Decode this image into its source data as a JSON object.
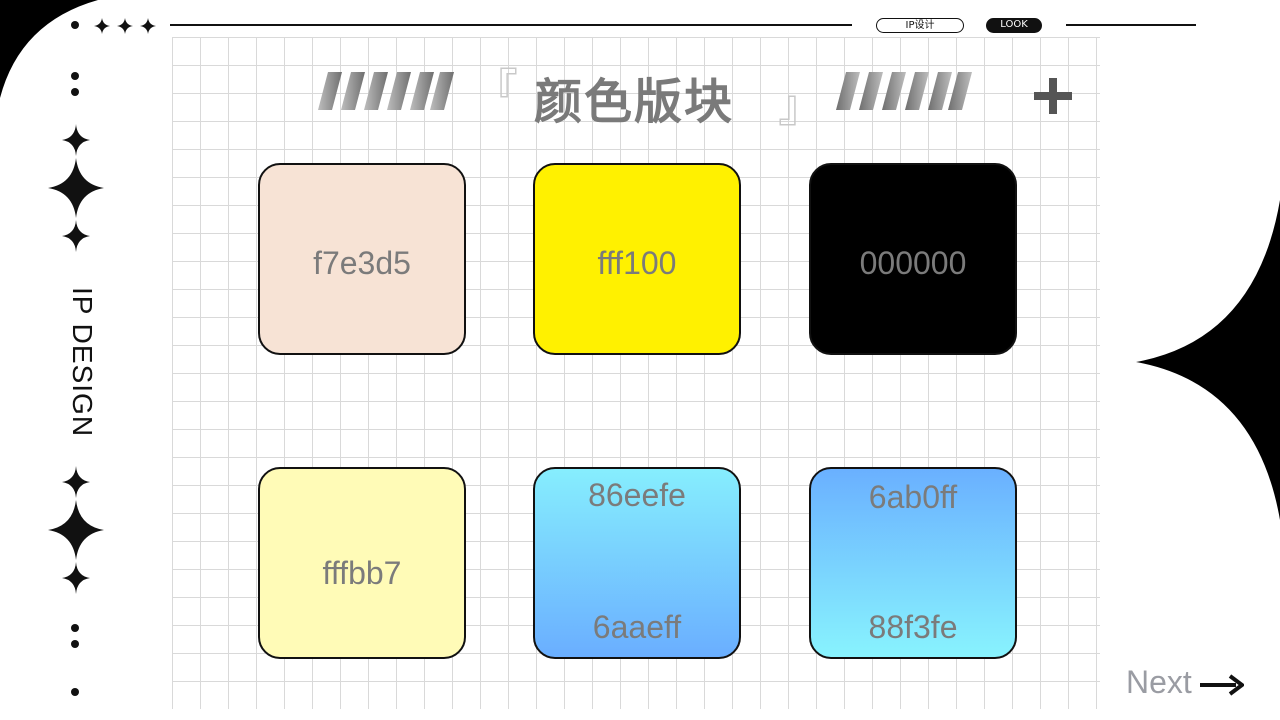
{
  "header": {
    "pill_outline_label": "IP设计",
    "pill_filled_label": "LOOK"
  },
  "title": {
    "text": "颜色版块",
    "bracket_open": "『",
    "bracket_close": "』"
  },
  "side": {
    "vertical_label": "IP DESIGN"
  },
  "swatches": [
    {
      "codes": [
        "f7e3d5"
      ],
      "fill": "#f7e3d5"
    },
    {
      "codes": [
        "fff100"
      ],
      "fill": "#fff100"
    },
    {
      "codes": [
        "000000"
      ],
      "fill": "#000000"
    },
    {
      "codes": [
        "fffbb7"
      ],
      "fill": "#fffbb7"
    },
    {
      "codes": [
        "86eefe",
        "6aaeff"
      ],
      "gradient_from": "#86eefe",
      "gradient_to": "#6aaeff"
    },
    {
      "codes": [
        "6ab0ff",
        "88f3fe"
      ],
      "gradient_from": "#6ab0ff",
      "gradient_to": "#88f3fe"
    }
  ],
  "footer": {
    "next_label": "Next"
  },
  "colors": {
    "ink": "#111111",
    "code_text": "#7b7b7b",
    "title_text": "#7a7a7a",
    "grid_line": "#d9d9d9",
    "next_text": "#9a9ca3"
  },
  "icons": [
    "sparkle-icon",
    "plus-icon",
    "arrow-right-icon"
  ]
}
